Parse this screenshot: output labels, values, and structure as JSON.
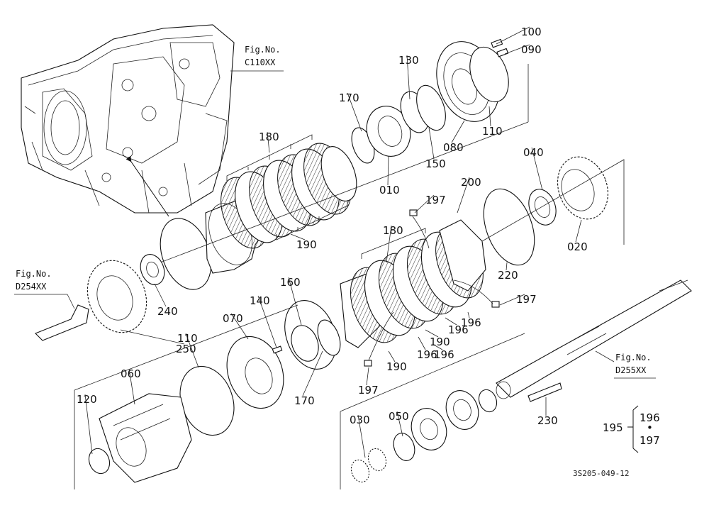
{
  "diagram": {
    "drawing_code": "3S205-049-12",
    "fig_refs": [
      {
        "title": "Fig.No.",
        "code": "C110XX"
      },
      {
        "title": "Fig.No.",
        "code": "D254XX"
      },
      {
        "title": "Fig.No.",
        "code": "D255XX"
      }
    ],
    "part_labels": [
      "100",
      "090",
      "130",
      "170",
      "080",
      "110",
      "150",
      "010",
      "180",
      "200",
      "197",
      "040",
      "020",
      "190",
      "220",
      "240",
      "250",
      "160",
      "140",
      "070",
      "110",
      "060",
      "120",
      "196",
      "050",
      "030",
      "230",
      "195",
      "196",
      "197"
    ],
    "kit_195": {
      "label": "195",
      "items": [
        "196",
        "197"
      ]
    }
  }
}
